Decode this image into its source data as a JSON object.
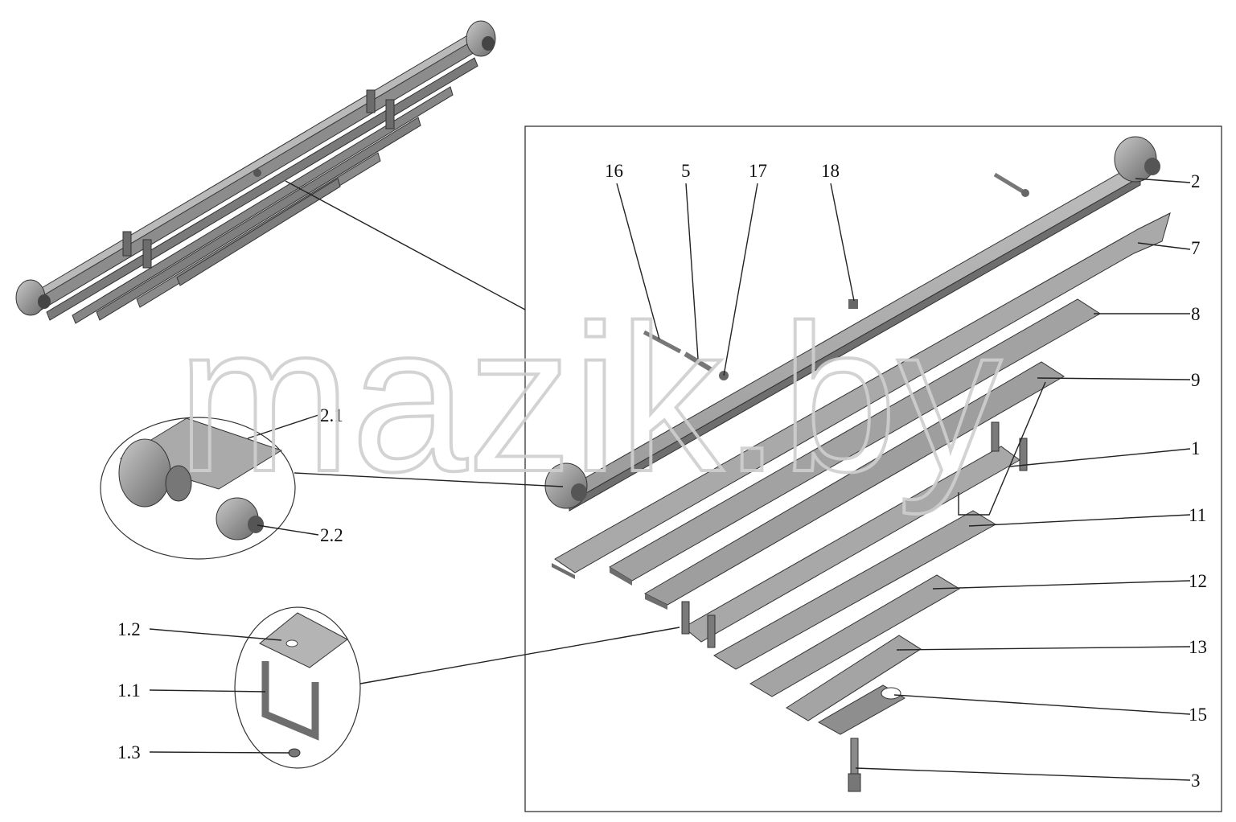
{
  "watermark": "mazik.by",
  "labels": {
    "l16": "16",
    "l5": "5",
    "l17": "17",
    "l18": "18",
    "l2": "2",
    "l7": "7",
    "l8": "8",
    "l9": "9",
    "l1": "1",
    "l11": "11",
    "l12": "12",
    "l13": "13",
    "l15": "15",
    "l3": "3",
    "l2_1": "2.1",
    "l2_2": "2.2",
    "l1_2": "1.2",
    "l1_1": "1.1",
    "l1_3": "1.3"
  },
  "colors": {
    "leaf_top": "#a8a8a8",
    "leaf_side": "#6e6e6e",
    "leaf_light": "#c4c4c4",
    "line": "#222222"
  }
}
